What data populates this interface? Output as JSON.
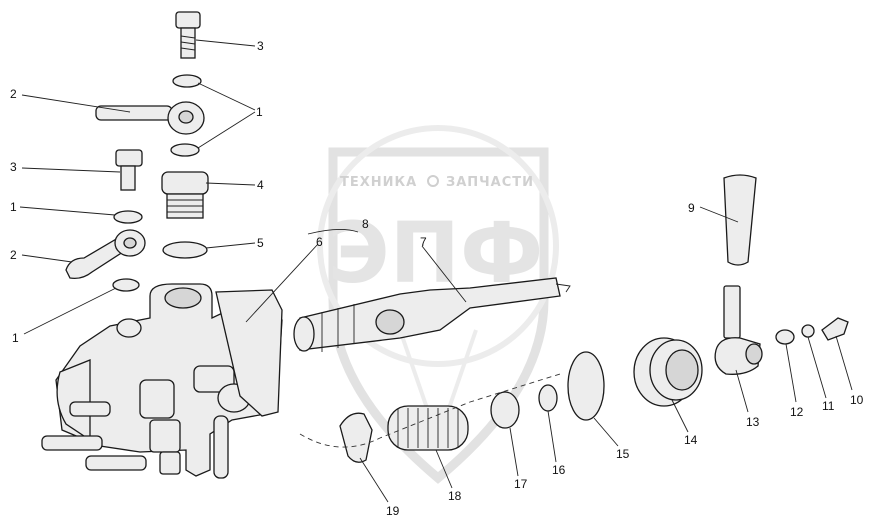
{
  "watermark": {
    "brand_left": "ТЕХНИКА",
    "brand_right": "ЗАПЧАСТИ",
    "logo_letters": "ЭПФ"
  },
  "callouts": [
    {
      "id": "c3a",
      "label": "3"
    },
    {
      "id": "c2a",
      "label": "2"
    },
    {
      "id": "c1a",
      "label": "1"
    },
    {
      "id": "c3b",
      "label": "3"
    },
    {
      "id": "c4",
      "label": "4"
    },
    {
      "id": "c1b",
      "label": "1"
    },
    {
      "id": "c5",
      "label": "5"
    },
    {
      "id": "c2b",
      "label": "2"
    },
    {
      "id": "c1c",
      "label": "1"
    },
    {
      "id": "c8",
      "label": "8"
    },
    {
      "id": "c6",
      "label": "6"
    },
    {
      "id": "c7",
      "label": "7"
    },
    {
      "id": "c9",
      "label": "9"
    },
    {
      "id": "c13",
      "label": "13"
    },
    {
      "id": "c12",
      "label": "12"
    },
    {
      "id": "c11",
      "label": "11"
    },
    {
      "id": "c10",
      "label": "10"
    },
    {
      "id": "c14",
      "label": "14"
    },
    {
      "id": "c15",
      "label": "15"
    },
    {
      "id": "c16",
      "label": "16"
    },
    {
      "id": "c17",
      "label": "17"
    },
    {
      "id": "c18",
      "label": "18"
    },
    {
      "id": "c19",
      "label": "19"
    }
  ]
}
